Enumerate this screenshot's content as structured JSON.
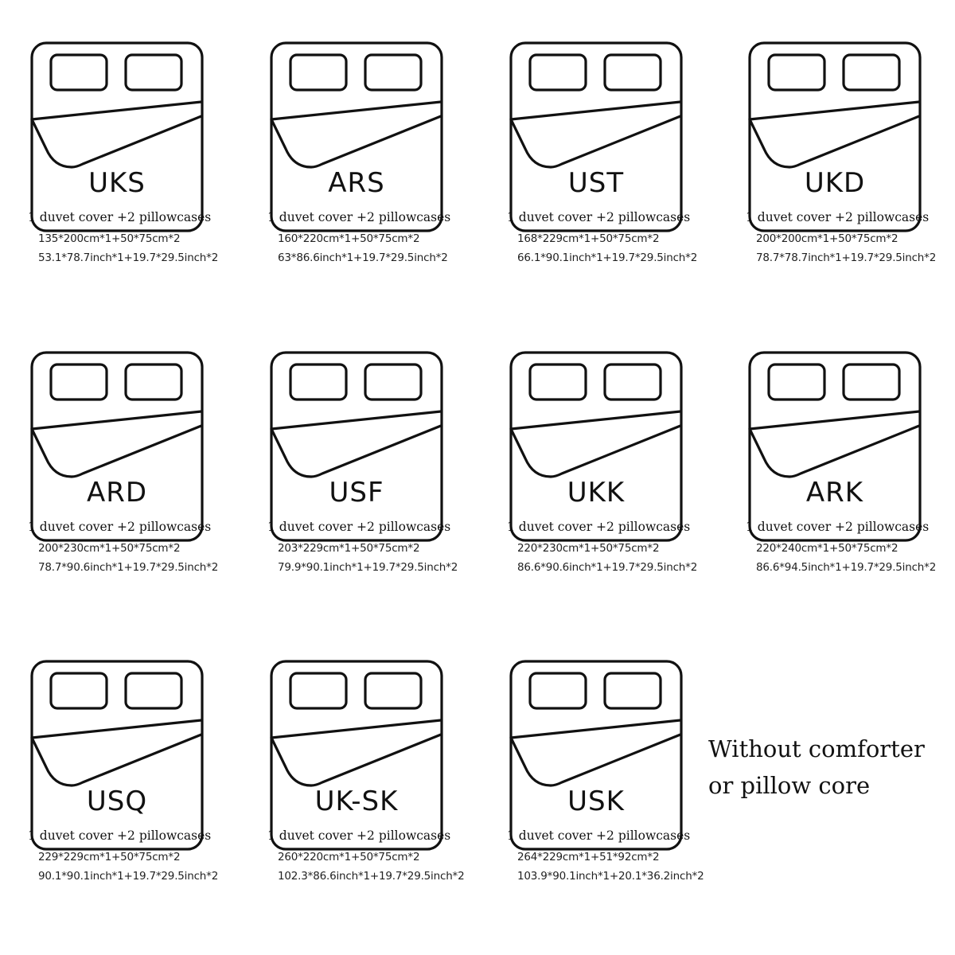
{
  "items": [
    {
      "code": "UKS",
      "desc": "1 duvet cover +2 pillowcases",
      "cm": "135*200cm*1+50*75cm*2",
      "inch": "53.1*78.7inch*1+19.7*29.5inch*2"
    },
    {
      "code": "ARS",
      "desc": "1 duvet cover +2 pillowcases",
      "cm": "160*220cm*1+50*75cm*2",
      "inch": "63*86.6inch*1+19.7*29.5inch*2"
    },
    {
      "code": "UST",
      "desc": "1 duvet cover +2 pillowcases",
      "cm": "168*229cm*1+50*75cm*2",
      "inch": "66.1*90.1inch*1+19.7*29.5inch*2"
    },
    {
      "code": "UKD",
      "desc": "1 duvet cover +2 pillowcases",
      "cm": "200*200cm*1+50*75cm*2",
      "inch": "78.7*78.7inch*1+19.7*29.5inch*2"
    },
    {
      "code": "ARD",
      "desc": "1 duvet cover +2 pillowcases",
      "cm": "200*230cm*1+50*75cm*2",
      "inch": "78.7*90.6inch*1+19.7*29.5inch*2"
    },
    {
      "code": "USF",
      "desc": "1 duvet cover +2 pillowcases",
      "cm": "203*229cm*1+50*75cm*2",
      "inch": "79.9*90.1inch*1+19.7*29.5inch*2"
    },
    {
      "code": "UKK",
      "desc": "1 duvet cover +2 pillowcases",
      "cm": "220*230cm*1+50*75cm*2",
      "inch": "86.6*90.6inch*1+19.7*29.5inch*2"
    },
    {
      "code": "ARK",
      "desc": "1 duvet cover +2 pillowcases",
      "cm": "220*240cm*1+50*75cm*2",
      "inch": "86.6*94.5inch*1+19.7*29.5inch*2"
    },
    {
      "code": "USQ",
      "desc": "1 duvet cover +2 pillowcases",
      "cm": "229*229cm*1+50*75cm*2",
      "inch": "90.1*90.1inch*1+19.7*29.5inch*2"
    },
    {
      "code": "UK-SK",
      "desc": "1 duvet cover +2 pillowcases",
      "cm": "260*220cm*1+50*75cm*2",
      "inch": "102.3*86.6inch*1+19.7*29.5inch*2"
    },
    {
      "code": "USK",
      "desc": "1 duvet cover +2 pillowcases",
      "cm": "264*229cm*1+51*92cm*2",
      "inch": "103.9*90.1inch*1+20.1*36.2inch*2"
    }
  ],
  "note": {
    "line1": "Without comforter",
    "line2": "or pillow core"
  },
  "colors": {
    "line": "#111111",
    "background": "#ffffff"
  },
  "icons": {
    "bed": "bed-with-two-pillows-icon"
  }
}
